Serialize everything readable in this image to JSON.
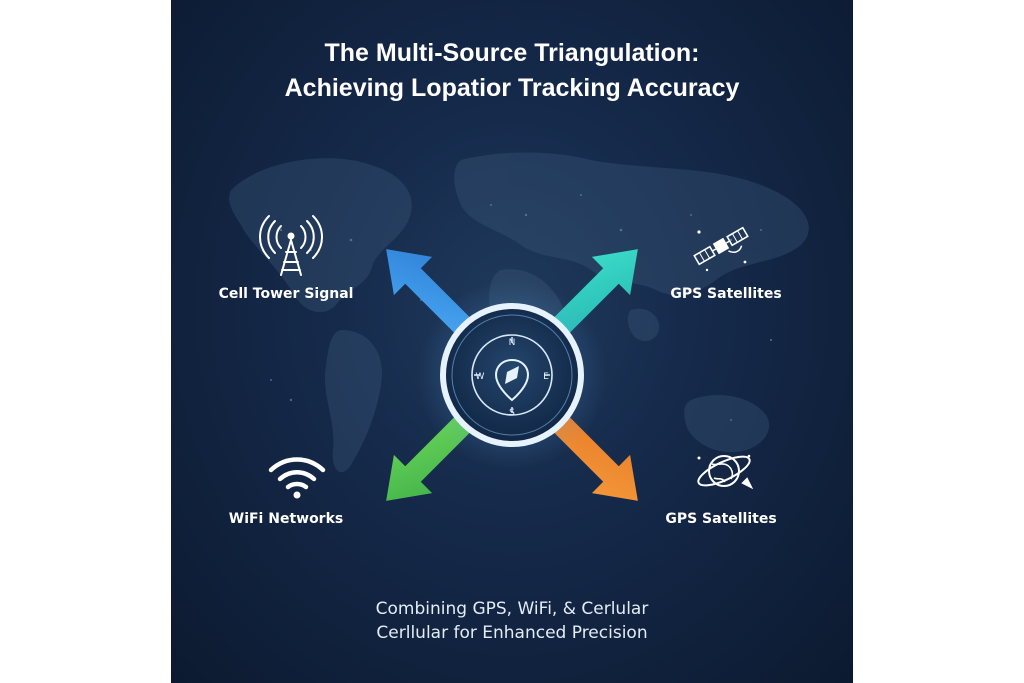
{
  "title": {
    "line1": "The Multi-Source Triangulation:",
    "line2": "Achieving Lopatior Tracking Accuracy"
  },
  "sources": {
    "cell_tower": {
      "label": "Cell Tower Signal",
      "icon": "cell-tower-icon",
      "arrow_color": "#3b9bef"
    },
    "gps_top": {
      "label": "GPS Satellites",
      "icon": "satellite-icon",
      "arrow_color": "#2fd4c4"
    },
    "wifi": {
      "label": "WiFi Networks",
      "icon": "wifi-icon",
      "arrow_color": "#4fc94a"
    },
    "gps_bottom": {
      "label": "GPS Satellites",
      "icon": "globe-orbit-icon",
      "arrow_color": "#f08a2c"
    }
  },
  "compass": {
    "north": "N",
    "south": "S",
    "east": "E",
    "west": "W",
    "icon": "location-compass-icon"
  },
  "caption": {
    "line1": "Combining GPS, WiFi, & Cerlular",
    "line2": "Cerllular for Enhanced Precision"
  },
  "colors": {
    "background": "#15294a",
    "text": "#ffffff"
  }
}
